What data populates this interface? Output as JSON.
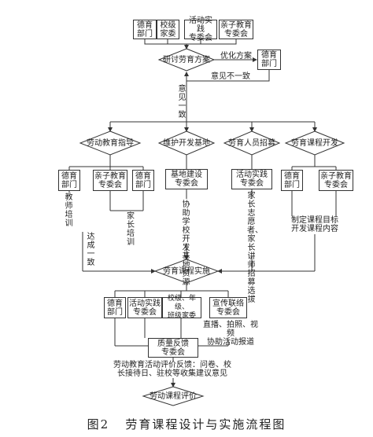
{
  "top_boxes": [
    "德育\n部门",
    "校级\n家委",
    "活动实践\n专委会",
    "亲子教育\n专委会"
  ],
  "research": {
    "label": "研讨劳育方案",
    "optimize": "优化方案",
    "dept": "德育\n部门",
    "disagree": "意见不一致",
    "agree": "意\n见\n一\n致"
  },
  "branches": [
    {
      "label": "劳动教育指导"
    },
    {
      "label": "维护开发基地"
    },
    {
      "label": "劳育人员招募"
    },
    {
      "label": "劳育课程开发"
    }
  ],
  "guide": {
    "dept1": "德育\n部门",
    "parent": "亲子教育\n专委会",
    "dept2": "德育\n部门",
    "teacher_train": "教师培训",
    "parent_train": "家\n长\n培\n训"
  },
  "base": {
    "committee": "基地建设\n专委会",
    "assist": "协助学校开发基地资源"
  },
  "recruit": {
    "committee": "活动实践\n专委会",
    "text": "家长志愿者、家长讲师招募选拔"
  },
  "course": {
    "dept": "德育\n部门",
    "parent": "亲子教育\n专委会",
    "text": "制定课程目标\n开发课程内容"
  },
  "reach_consensus": "达\n成\n一\n致",
  "implement": {
    "label": "劳育课程实施"
  },
  "impl_boxes": [
    "德育\n部门",
    "活动实践\n专委会",
    "校级、年级、\n班级家委",
    "宣传联络\n专委会"
  ],
  "publicity_text": "直播、拍照、视频\n协助活动报道",
  "feedback": {
    "box": "质量反馈\n专委会",
    "text": "劳动教育活动评价反馈：问卷、校\n长接待日、驻校等收集建议意见"
  },
  "evaluation": {
    "label": "劳动课程评价"
  },
  "caption": "图2   劳育课程设计与实施流程图"
}
